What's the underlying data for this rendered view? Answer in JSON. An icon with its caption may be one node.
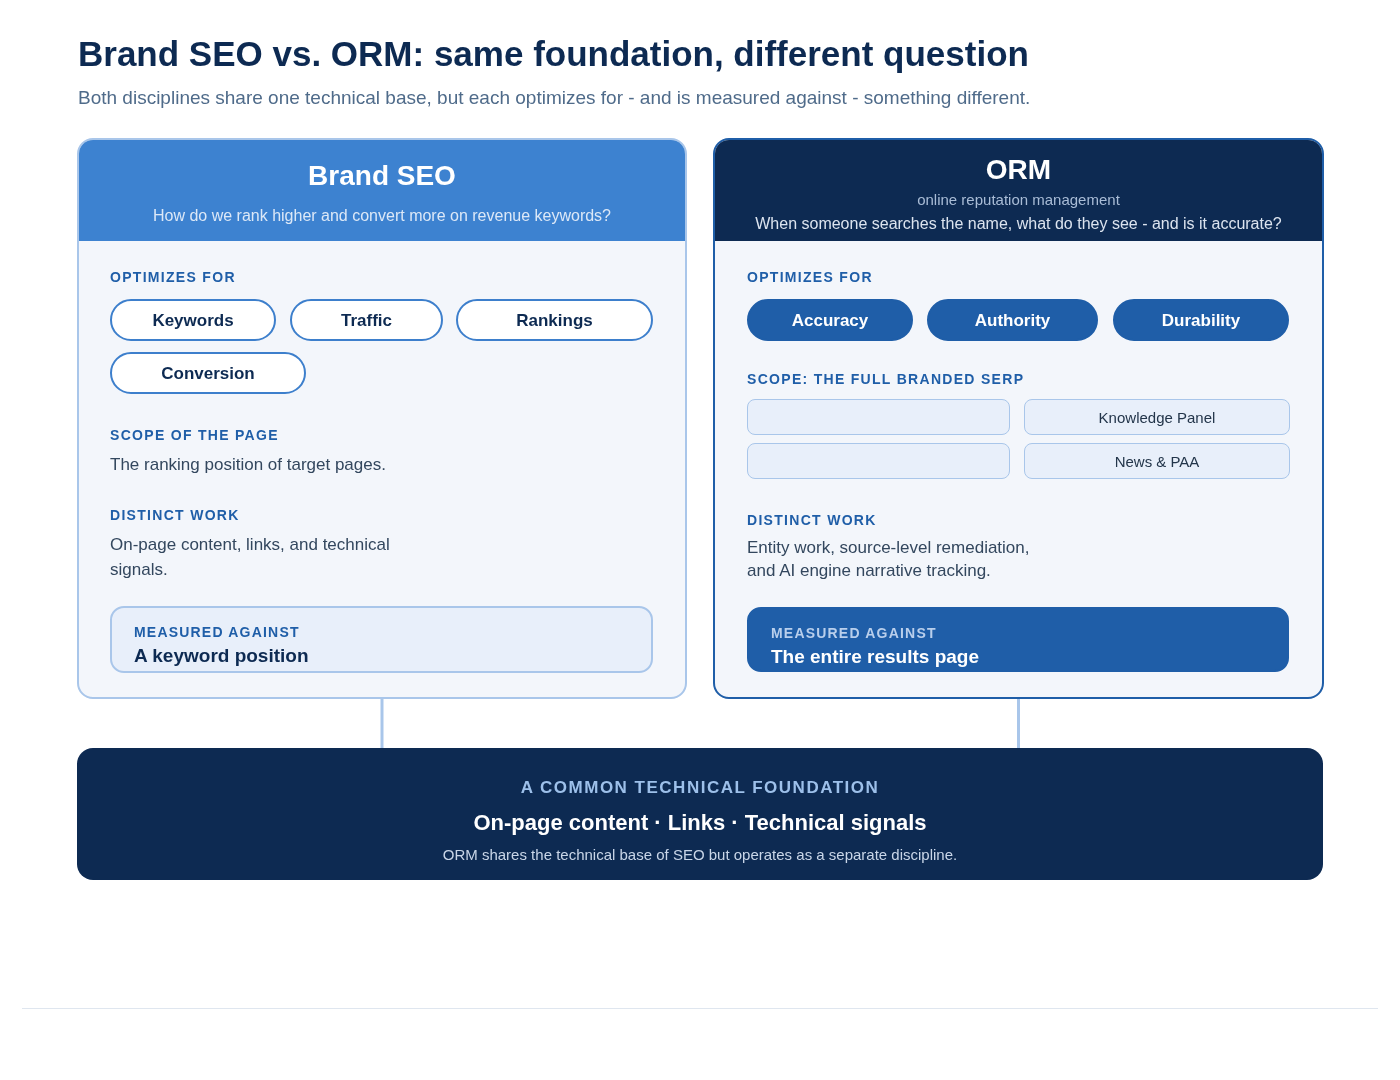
{
  "diagram": {
    "title": "Brand SEO vs. ORM: same foundation, different question",
    "nodes": [
      {
        "text": [
          "OPTIMIZES FOR",
          "SCOPE OF THE PAGE",
          "The ranking position of target pages.",
          "DISTINCT WORK",
          "On-page content, links, and technical signals."
        ]
      },
      {
        "text": [
          "Brand SEO",
          "How do we rank higher and convert more on revenue keywords?"
        ],
        "in": 0
      },
      {
        "text": [
          "Keywords"
        ],
        "in": 0
      },
      {
        "text": [
          "Traffic"
        ],
        "in": 0
      },
      {
        "text": [
          "Rankings"
        ],
        "in": 0
      },
      {
        "text": [
          "Conversion"
        ],
        "in": 0
      },
      {
        "text": [
          "MEASURED AGAINST",
          "A keyword position"
        ],
        "in": 0
      },
      {
        "text": [
          "OPTIMIZES FOR",
          "SCOPE: THE FULL BRANDED SERP",
          "DISTINCT WORK",
          "Entity work, source-level remediation, and AI engine narrative tracking."
        ]
      },
      {
        "text": [
          "ORM",
          "online reputation management",
          "When someone searches the name, what do they see - and is it accurate?"
        ],
        "in": 7
      },
      {
        "text": [
          "Accuracy"
        ],
        "in": 7
      },
      {
        "text": [
          "Authority"
        ],
        "in": 7
      },
      {
        "text": [
          "Durability"
        ],
        "in": 7
      },
      {
        "text": [],
        "shape": "box",
        "in": 7
      },
      {
        "text": [
          "Knowledge Panel"
        ],
        "in": 7
      },
      {
        "text": [],
        "shape": "box",
        "in": 7
      },
      {
        "text": [
          "News & PAA"
        ],
        "in": 7
      },
      {
        "text": [
          "MEASURED AGAINST",
          "The entire results page"
        ],
        "in": 7
      },
      {
        "text": [
          "A COMMON TECHNICAL FOUNDATION",
          "On-page content · Links · Technical signals",
          "ORM shares the technical base of SEO but operates as a separate discipline."
        ]
      }
    ],
    "edges": [
      {
        "from": 0,
        "to": 17,
        "arrow": "none"
      },
      {
        "from": 7,
        "to": 17,
        "arrow": "none"
      }
    ],
    "labels": [
      "Both disciplines share one technical base, but each optimizes for - and is measured against - something different."
    ]
  }
}
